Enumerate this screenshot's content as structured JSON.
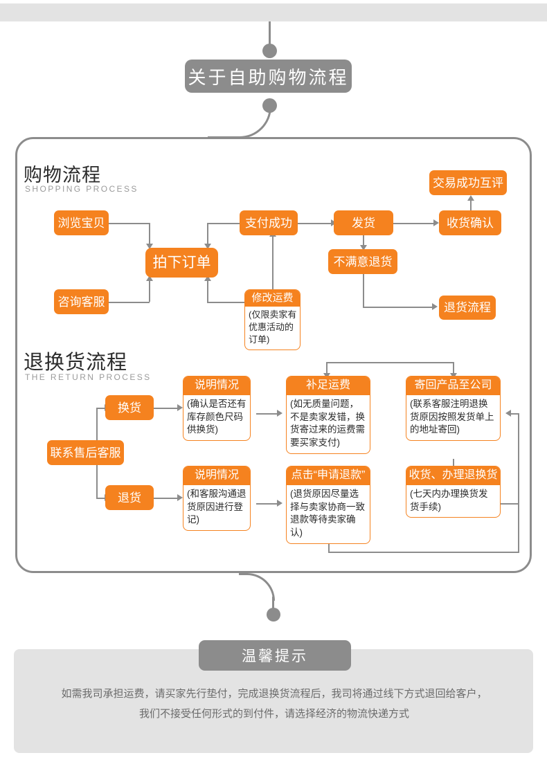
{
  "header": {
    "title": "关于自助购物流程"
  },
  "shopping": {
    "title_cn": "购物流程",
    "title_en": "SHOPPING PROCESS",
    "nodes": {
      "browse": "浏览宝贝",
      "consult": "咨询客服",
      "place_order": "拍下订单",
      "pay_success": "支付成功",
      "ship": "发货",
      "confirm_receipt": "收货确认",
      "mutual_review": "交易成功互评",
      "unsatisfied_return": "不满意退货",
      "return_process": "退货流程"
    },
    "modify_freight": {
      "head": "修改运费",
      "note": "(仅限卖家有优惠活动的订单)"
    }
  },
  "returns": {
    "title_cn": "退换货流程",
    "title_en": "THE RETURN PROCESS",
    "nodes": {
      "contact_service": "联系售后客服",
      "exchange": "换货",
      "refund": "退货"
    },
    "boxes": {
      "exchange_explain": {
        "head": "说明情况",
        "note": "(确认是否还有库存颜色尺码供换货)"
      },
      "pay_freight": {
        "head": "补足运费",
        "note": "(如无质量问题，不是卖家发错，换货寄过来的运费需要买家支付)"
      },
      "send_back": {
        "head": "寄回产品至公司",
        "note": "(联系客服注明退换货原因按照发货单上的地址寄回)"
      },
      "refund_explain": {
        "head": "说明情况",
        "note": "(和客服沟通退货原因进行登记)"
      },
      "apply_refund": {
        "head": "点击“申请退款”",
        "note": "(退货原因尽量选择与卖家协商一致退款等待卖家确认)"
      },
      "receive_handle": {
        "head": "收货、办理退换货",
        "note": "(七天内办理换货发货手续)"
      }
    }
  },
  "tips": {
    "title": "温馨提示",
    "line1": "如需我司承担运费，请买家先行垫付，完成退换货流程后，我司将通过线下方式退回给客户，",
    "line2": "我们不接受任何形式的到付件，请选择经济的物流快递方式"
  },
  "colors": {
    "orange": "#f5821f",
    "grey": "#8c8c8c",
    "panel": "#e3e3e3"
  }
}
